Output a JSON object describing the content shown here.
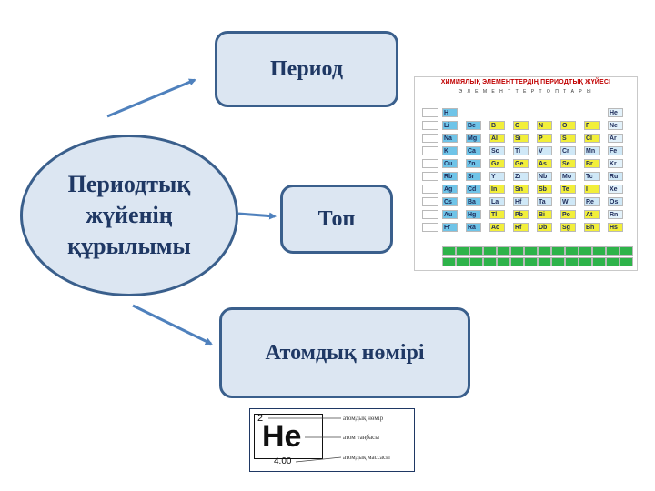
{
  "center": {
    "lines": [
      "Периодтық",
      "жүйенің",
      "құрылымы"
    ]
  },
  "boxes": {
    "period": "Период",
    "group": "Топ",
    "atomic_number": "Атомдық нөмірі"
  },
  "periodic_table": {
    "title": "ХИМИЯЛЫҚ ЭЛЕМЕНТТЕРДІҢ ПЕРИОДТЫҚ ЖҮЙЕСІ",
    "subtitle": "Э Л Е М Е Н Т Т Е Р   Т О П Т А Р Ы",
    "colors": {
      "s": "#6fc4e8",
      "p": "#f2ef3a",
      "d": "#cfe8f7",
      "f": "#2eb34a",
      "noble": "#e3f2fb"
    }
  },
  "he_card": {
    "number": "2",
    "symbol": "He",
    "mass": "4.00",
    "labels": [
      "атомдық нөмір",
      "атом таңбасы",
      "атомдық массасы"
    ]
  }
}
